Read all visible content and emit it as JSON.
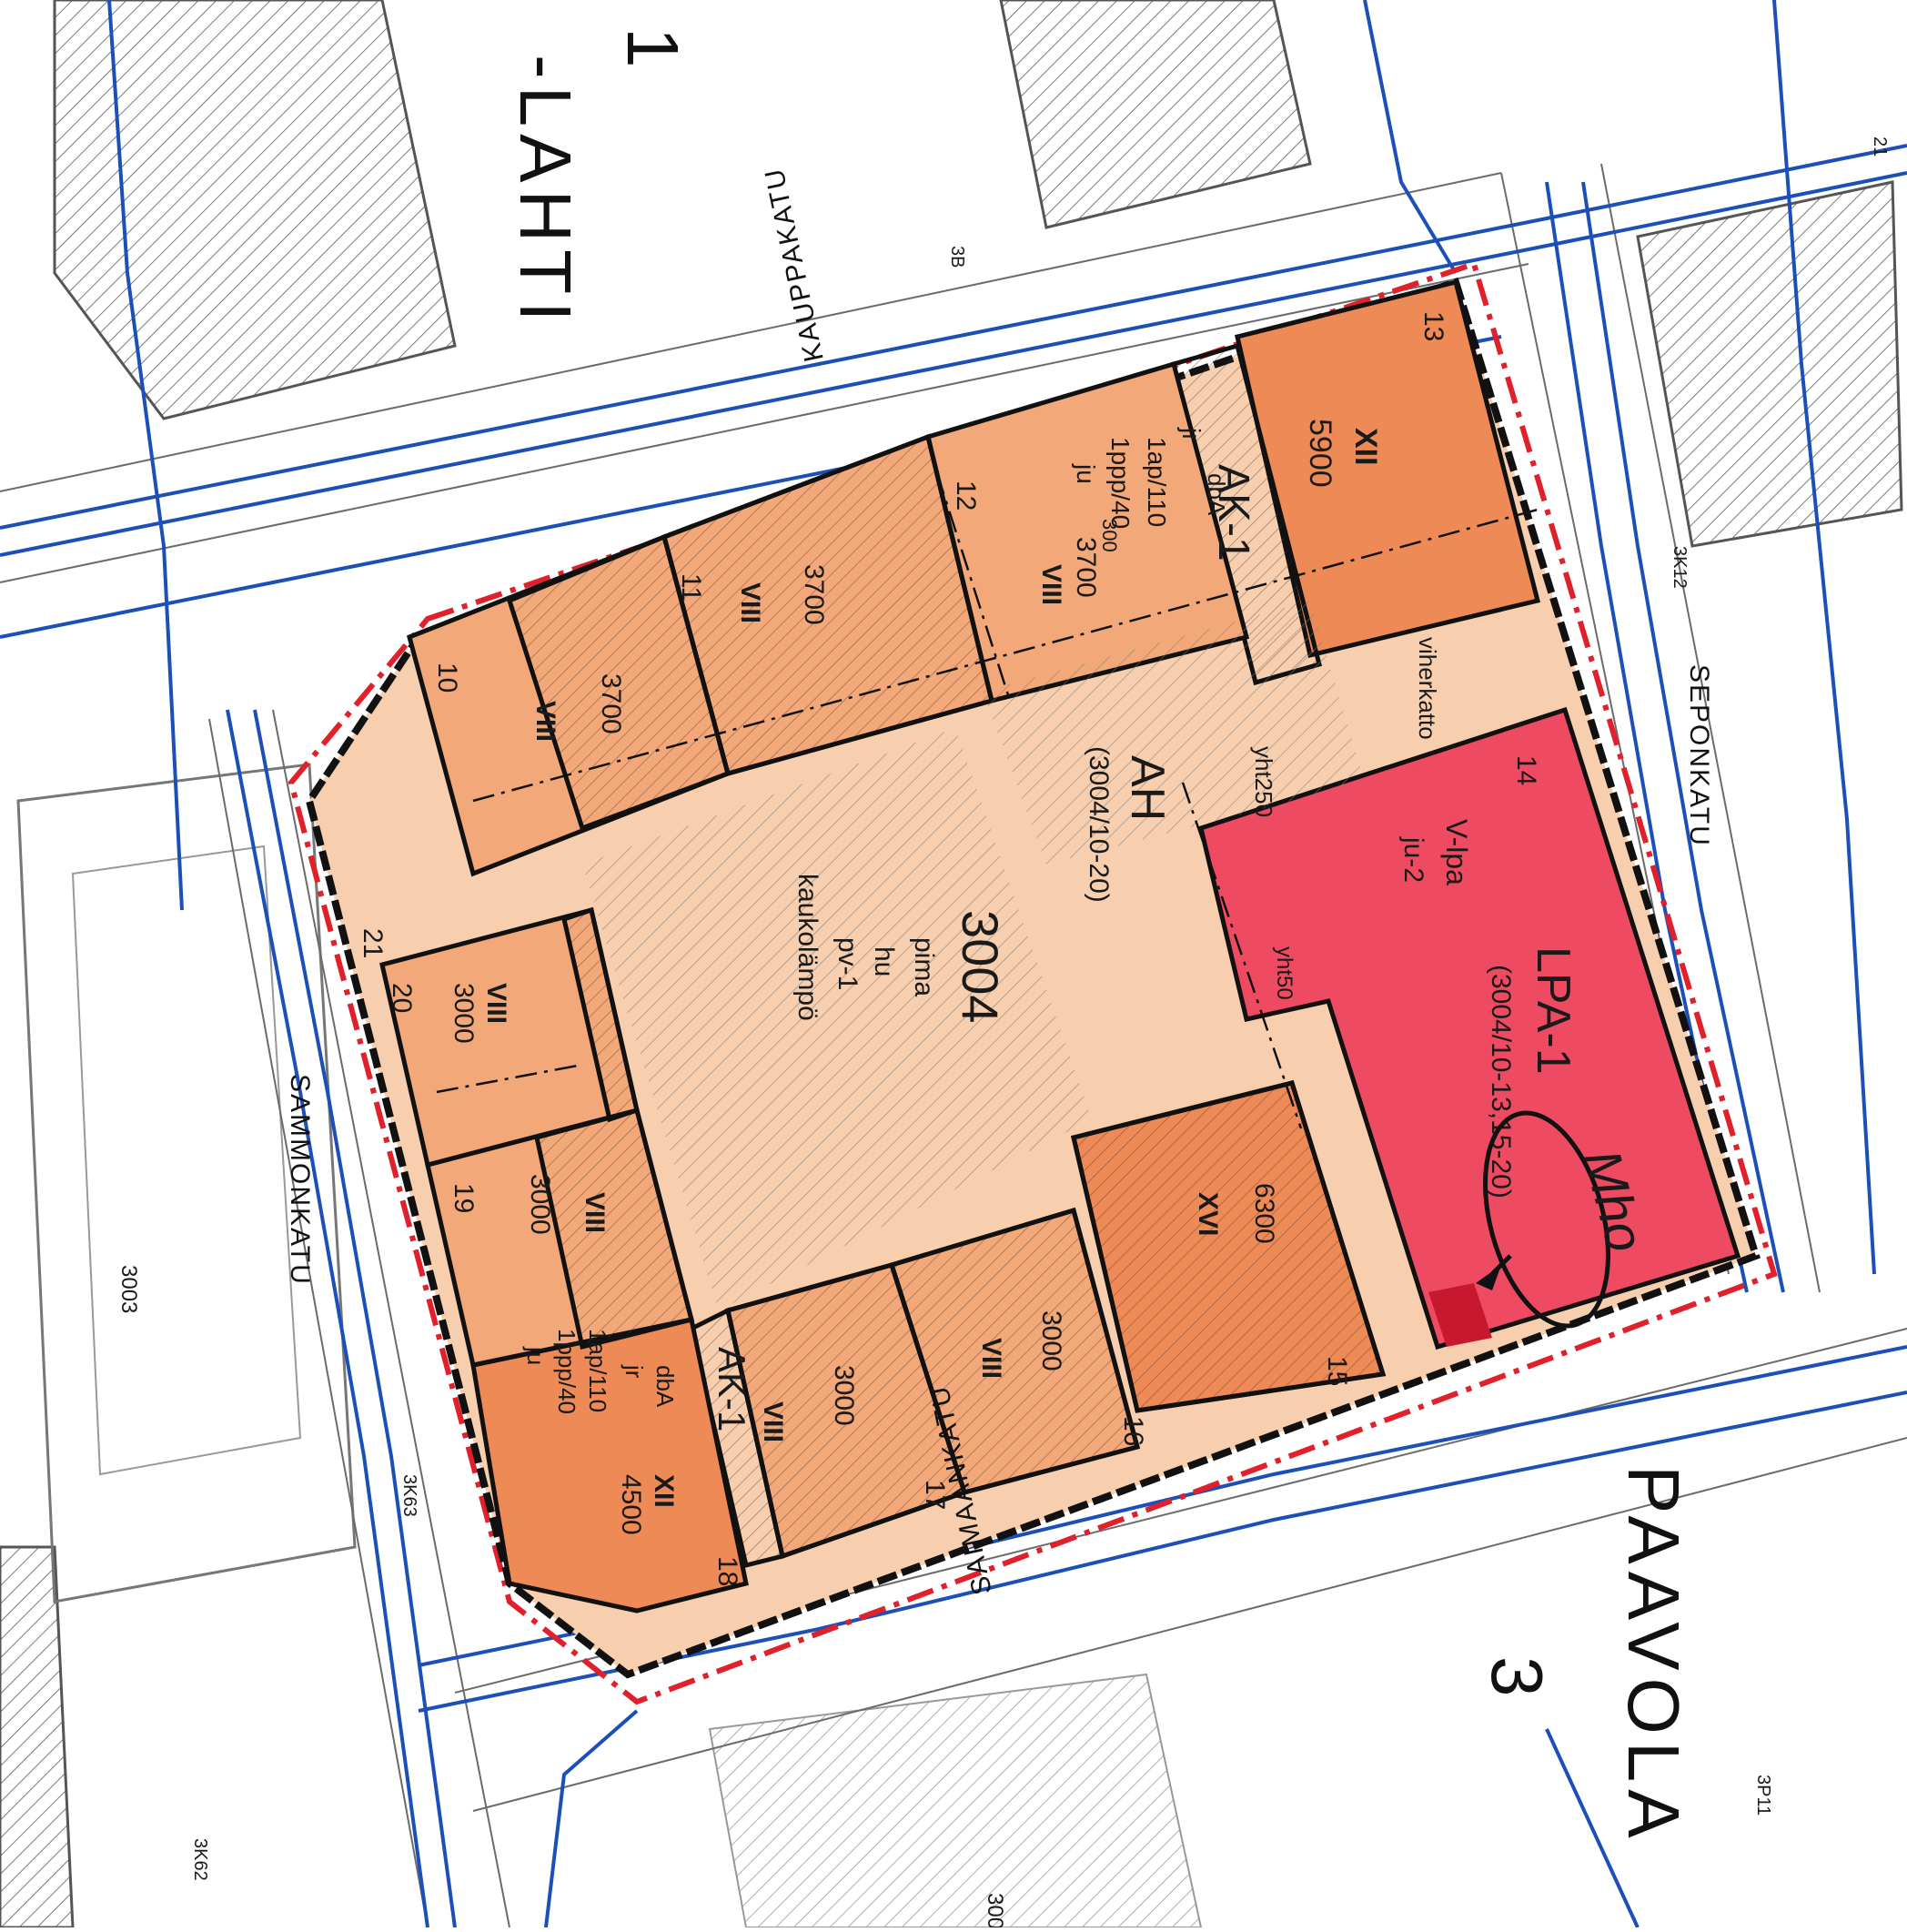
{
  "districts": {
    "top_left_number": "1",
    "top_left_name": "-LAHTI",
    "right_name": "PAAVOLA",
    "right_number": "3"
  },
  "streets": {
    "north": "KAUPPAKATU",
    "east": "SEPONKATU",
    "west": "SAMMONKATU",
    "south": "SAIMAANKATU"
  },
  "block": {
    "number": "3004",
    "codes": [
      "pima",
      "hu",
      "pv-1",
      "kaukolämpö"
    ]
  },
  "zones": {
    "ak_top": "AK-1",
    "ak_bottom": "AK-1",
    "ah": "AH",
    "ah_ref": "(3004/10-20)",
    "lpa": "LPA-1",
    "lpa_ref": "(3004/10-13,15-20)",
    "v_lpa": "V-lpa",
    "ju2": "ju-2"
  },
  "lot_numbers": [
    "10",
    "11",
    "12",
    "13",
    "14",
    "15",
    "16",
    "17",
    "18",
    "19",
    "20",
    "21"
  ],
  "parcel_labels": {
    "p13_floors": "XII",
    "p13_area": "5900",
    "p12_floors": "VIII",
    "p12_area": "3700",
    "p12_codes": [
      "1ap/110",
      "1ppp/40",
      "ju",
      "jr",
      "dbA"
    ],
    "p11_floors": "VIII",
    "p11_area": "3700",
    "p10_floors": "VIII",
    "p10_area": "3700",
    "p20_floors": "VIII",
    "p20_area": "3000",
    "p19_floors": "VIII",
    "p19_area": "3000",
    "p18_floors": "XII",
    "p18_area": "4500",
    "p18_codes": [
      "1ap/110",
      "1ppp/40",
      "ju",
      "jr",
      "dbA"
    ],
    "p17_floors": "VIII",
    "p17_area": "3000",
    "p16_floors": "VIII",
    "p16_area": "3000",
    "p15_floors": "XVI",
    "p15_area": "6300"
  },
  "annotations": {
    "viherkatto": "viherkatto",
    "yht250": "yht250",
    "yht50": "yht50",
    "handwritten": "Mho",
    "ref_300": "300",
    "sheet_3003": "3003",
    "sheet_3006": "300"
  },
  "grid_refs": [
    "3K12",
    "3K63",
    "3K62",
    "3P11",
    "3B",
    "21"
  ],
  "colors": {
    "light_zone": "#f7cfae",
    "mid_zone": "#f2a878",
    "dark_zone": "#ee8a56",
    "lpa_zone": "#ee4a62",
    "boundary_red": "#e0202a",
    "utility_blue": "#1d4fb8",
    "building_hatch": "#8a8a8a"
  }
}
